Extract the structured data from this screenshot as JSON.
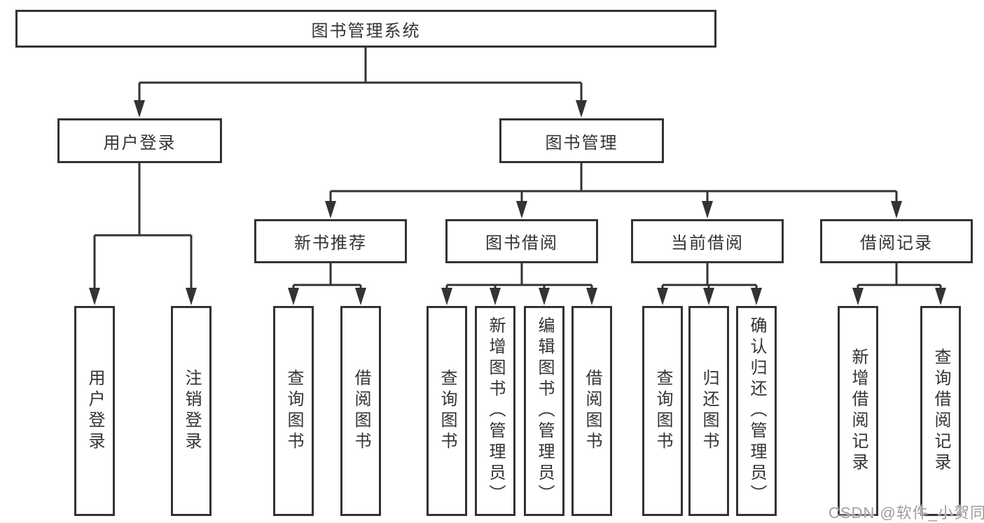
{
  "diagram": {
    "title": "图书管理系统",
    "level2": {
      "user_login": "用户登录",
      "book_mgmt": "图书管理"
    },
    "level3": {
      "new_books": "新书推荐",
      "book_borrow": "图书借阅",
      "current_borrow": "当前借阅",
      "borrow_records": "借阅记录"
    },
    "leaves": {
      "user_login": [
        "用户登录",
        "注销登录"
      ],
      "new_books": [
        "查询图书",
        "借阅图书"
      ],
      "book_borrow": [
        "查询图书",
        "新增图书（管理员）",
        "编辑图书（管理员）",
        "借阅图书"
      ],
      "current_borrow": [
        "查询图书",
        "归还图书",
        "确认归还（管理员）"
      ],
      "borrow_records": [
        "新增借阅记录",
        "查询借阅记录"
      ]
    },
    "watermark": "CSDN @软件_小贺同学",
    "colors": {
      "line": "#333333",
      "text": "#333333",
      "box_background": "#ffffff",
      "page_background": "#ffffff",
      "watermark": "#9e9e9e"
    }
  }
}
